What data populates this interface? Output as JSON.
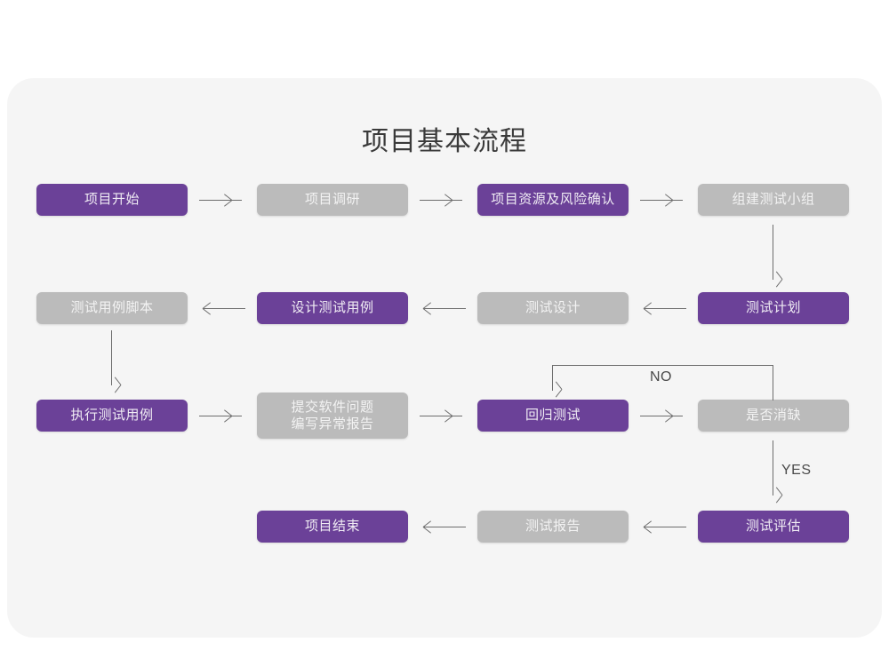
{
  "page": {
    "title": "项目基本流程",
    "background_color": "#ffffff",
    "panel_color": "#f5f5f5"
  },
  "colors": {
    "accent_purple": "#6b4198",
    "muted_gray": "#bbbbbb",
    "connector_gray": "#6d6d6d",
    "text_on_node": "#f2f0f5"
  },
  "flow": {
    "nodes": [
      {
        "id": "n1",
        "label": "项目开始",
        "style": "purple",
        "row": 1
      },
      {
        "id": "n2",
        "label": "项目调研",
        "style": "gray",
        "row": 1
      },
      {
        "id": "n3",
        "label": "项目资源及风险确认",
        "style": "purple",
        "row": 1
      },
      {
        "id": "n4",
        "label": "组建测试小组",
        "style": "gray",
        "row": 1
      },
      {
        "id": "n5",
        "label": "测试用例脚本",
        "style": "gray",
        "row": 2
      },
      {
        "id": "n6",
        "label": "设计测试用例",
        "style": "purple",
        "row": 2
      },
      {
        "id": "n7",
        "label": "测试设计",
        "style": "gray",
        "row": 2
      },
      {
        "id": "n8",
        "label": "测试计划",
        "style": "purple",
        "row": 2
      },
      {
        "id": "n9",
        "label": "执行测试用例",
        "style": "purple",
        "row": 3
      },
      {
        "id": "n10",
        "label": "提交软件问题\n编写异常报告",
        "style": "gray",
        "row": 3
      },
      {
        "id": "n11",
        "label": "回归测试",
        "style": "purple",
        "row": 3
      },
      {
        "id": "n12",
        "label": "是否消缺",
        "style": "gray",
        "row": 3
      },
      {
        "id": "n13",
        "label": "项目结束",
        "style": "purple",
        "row": 4
      },
      {
        "id": "n14",
        "label": "测试报告",
        "style": "gray",
        "row": 4
      },
      {
        "id": "n15",
        "label": "测试评估",
        "style": "purple",
        "row": 4
      }
    ],
    "edge_labels": {
      "no": "NO",
      "yes": "YES"
    }
  }
}
